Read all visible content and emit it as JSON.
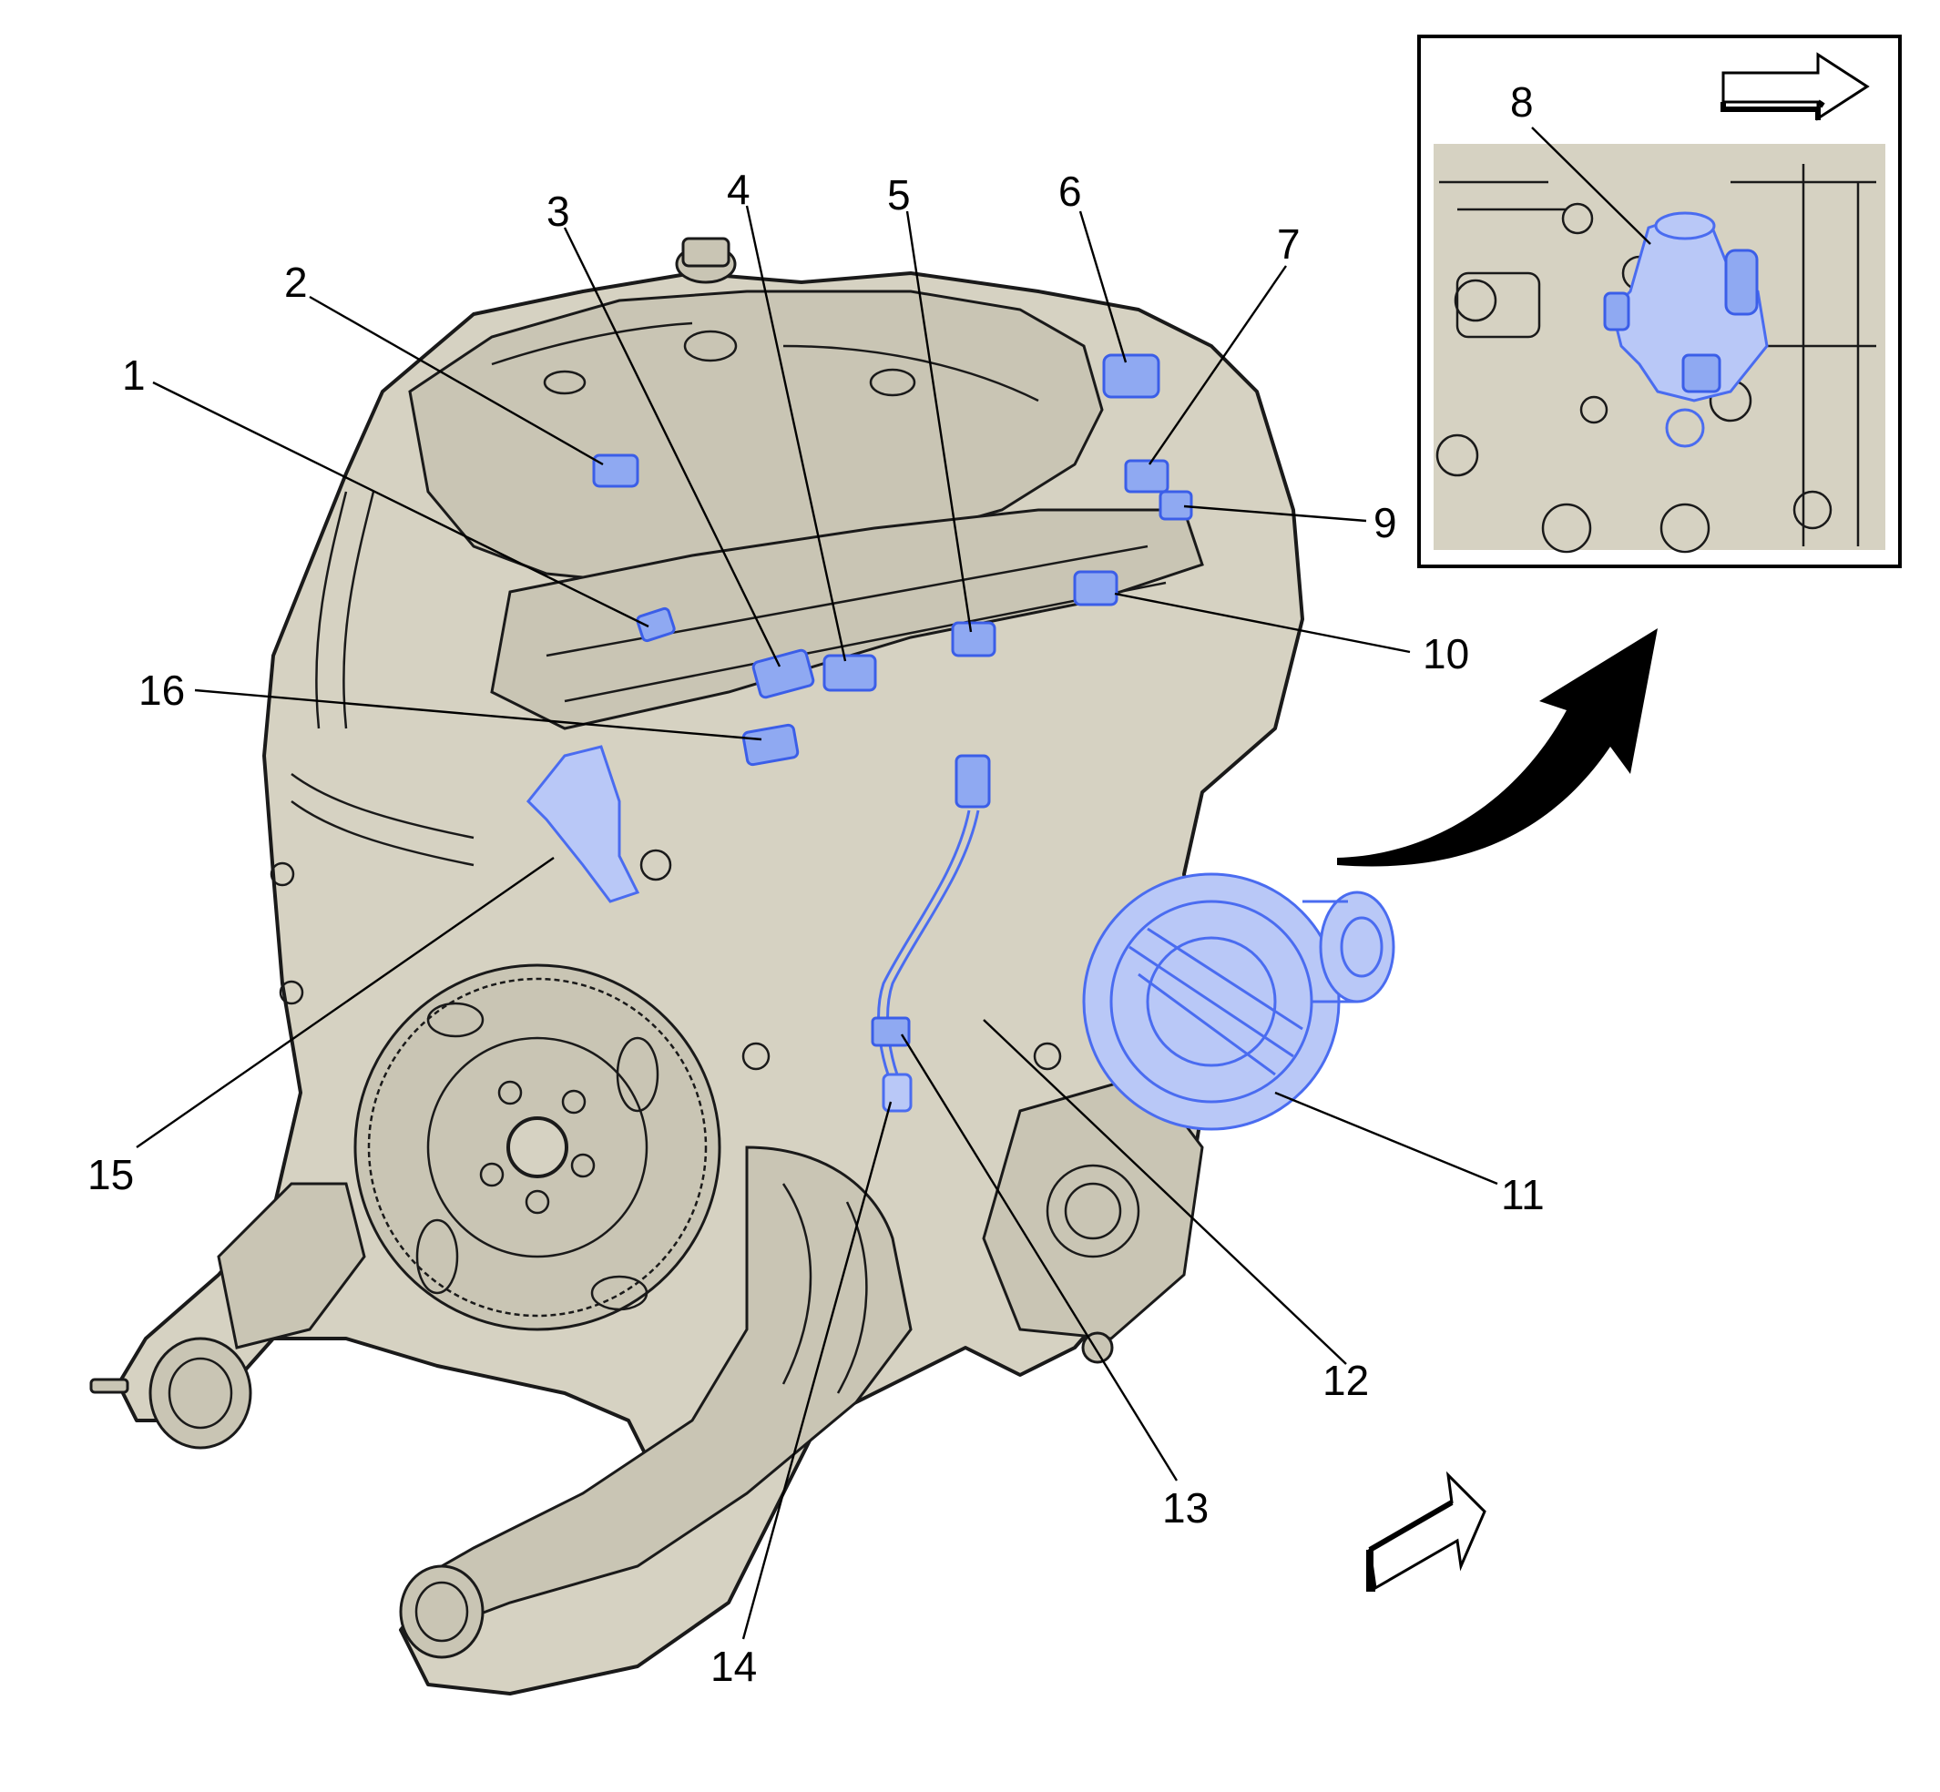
{
  "callouts": {
    "c1": "1",
    "c2": "2",
    "c3": "3",
    "c4": "4",
    "c5": "5",
    "c6": "6",
    "c7": "7",
    "c8": "8",
    "c9": "9",
    "c10": "10",
    "c11": "11",
    "c12": "12",
    "c13": "13",
    "c14": "14",
    "c15": "15",
    "c16": "16"
  },
  "colors": {
    "engine_fill": "#d6d2c2",
    "highlight_component": "#8fa9f2",
    "highlight_stroke": "#3b5ee8",
    "line": "#000000"
  },
  "icons": [
    "orientation-arrow-icon",
    "curved-arrow-icon",
    "inset-direction-arrow-icon"
  ]
}
